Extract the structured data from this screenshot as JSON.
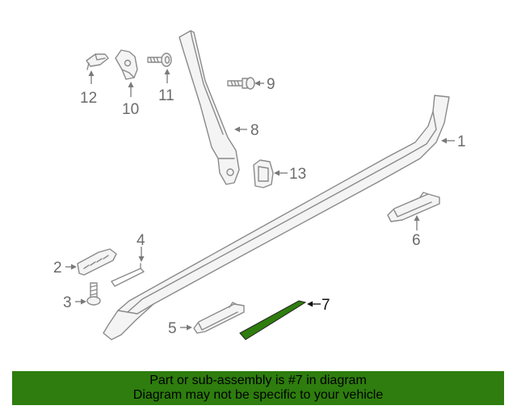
{
  "callouts": {
    "c1": "1",
    "c2": "2",
    "c3": "3",
    "c4": "4",
    "c5": "5",
    "c6": "6",
    "c7": "7",
    "c8": "8",
    "c9": "9",
    "c10": "10",
    "c11": "11",
    "c12": "12",
    "c13": "13"
  },
  "banner": {
    "line1": "Part or sub-assembly is #7 in diagram",
    "line2": "Diagram may not be specific to your vehicle"
  },
  "colors": {
    "banner_bg": "#2e7d0e",
    "highlight_part": "#2e7d0e",
    "line_art": "#8a8a8a"
  }
}
